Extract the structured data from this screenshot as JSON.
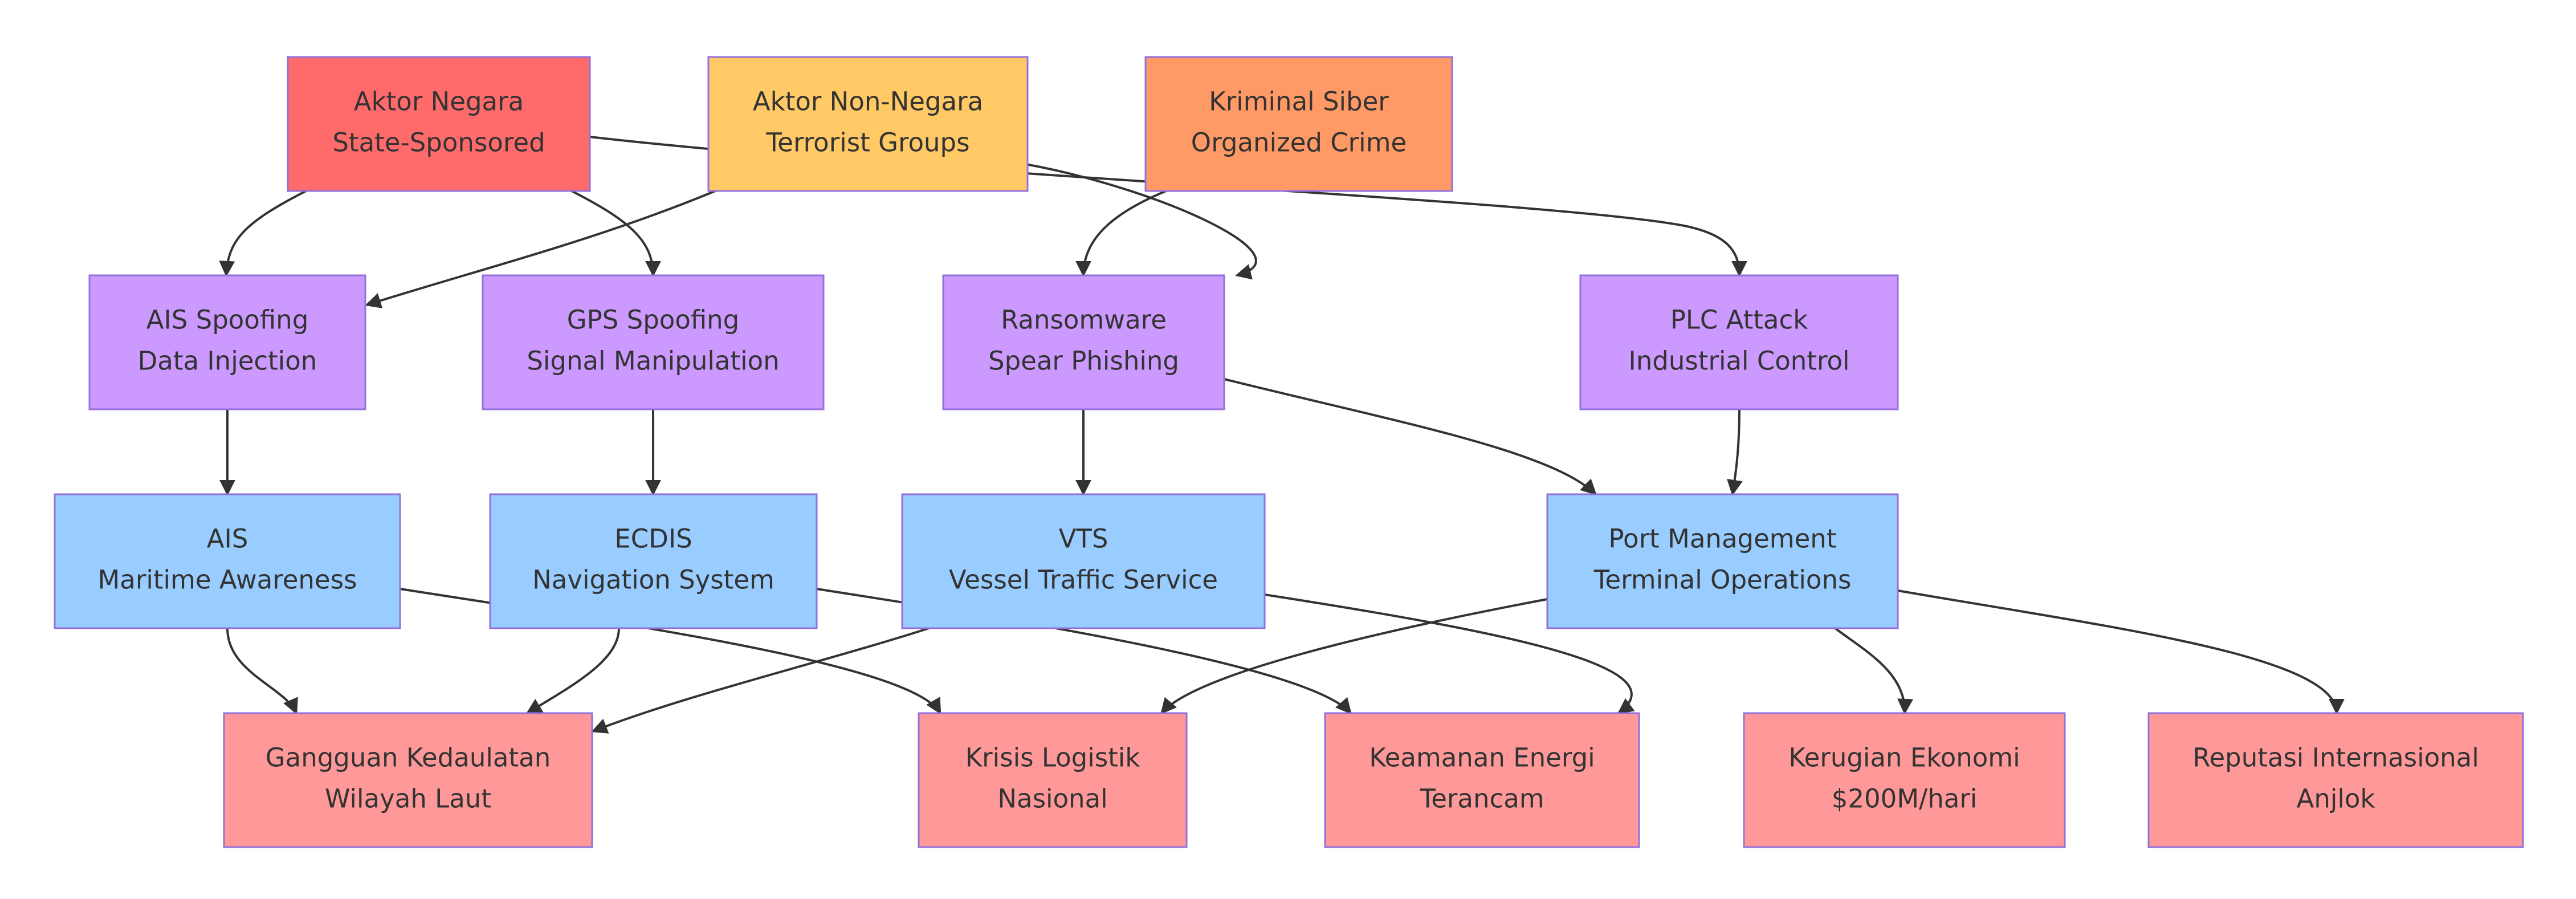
{
  "colors": {
    "state": "#FF6B6B",
    "nonstate": "#FFC966",
    "criminal": "#FF9966",
    "attack": "#CC99FF",
    "system": "#99CCFF",
    "impact": "#FF9999",
    "border": "#9370DB",
    "edge": "#333333",
    "text": "#333333"
  },
  "nodes": [
    {
      "id": "n_state",
      "role": "threat-actor",
      "lines": [
        "Aktor Negara",
        "State-Sponsored"
      ],
      "color": "state"
    },
    {
      "id": "n_nonstate",
      "role": "threat-actor",
      "lines": [
        "Aktor Non-Negara",
        "Terrorist Groups"
      ],
      "color": "nonstate"
    },
    {
      "id": "n_crime",
      "role": "threat-actor",
      "lines": [
        "Kriminal Siber",
        "Organized Crime"
      ],
      "color": "criminal"
    },
    {
      "id": "n_ais_spoof",
      "role": "attack-vector",
      "lines": [
        "AIS Spoofing",
        "Data Injection"
      ],
      "color": "attack"
    },
    {
      "id": "n_gps_spoof",
      "role": "attack-vector",
      "lines": [
        "GPS Spoofing",
        "Signal Manipulation"
      ],
      "color": "attack"
    },
    {
      "id": "n_ransom",
      "role": "attack-vector",
      "lines": [
        "Ransomware",
        "Spear Phishing"
      ],
      "color": "attack"
    },
    {
      "id": "n_plc",
      "role": "attack-vector",
      "lines": [
        "PLC Attack",
        "Industrial Control"
      ],
      "color": "attack"
    },
    {
      "id": "n_ais",
      "role": "target-system",
      "lines": [
        "AIS",
        "Maritime Awareness"
      ],
      "color": "system"
    },
    {
      "id": "n_ecdis",
      "role": "target-system",
      "lines": [
        "ECDIS",
        "Navigation System"
      ],
      "color": "system"
    },
    {
      "id": "n_vts",
      "role": "target-system",
      "lines": [
        "VTS",
        "Vessel Traffic Service"
      ],
      "color": "system"
    },
    {
      "id": "n_port",
      "role": "target-system",
      "lines": [
        "Port Management",
        "Terminal Operations"
      ],
      "color": "system"
    },
    {
      "id": "n_sov",
      "role": "impact",
      "lines": [
        "Gangguan Kedaulatan",
        "Wilayah Laut"
      ],
      "color": "impact"
    },
    {
      "id": "n_logis",
      "role": "impact",
      "lines": [
        "Krisis Logistik",
        "Nasional"
      ],
      "color": "impact"
    },
    {
      "id": "n_energy",
      "role": "impact",
      "lines": [
        "Keamanan Energi",
        "Terancam"
      ],
      "color": "impact"
    },
    {
      "id": "n_econ",
      "role": "impact",
      "lines": [
        "Kerugian Ekonomi",
        "$200M/hari"
      ],
      "color": "impact"
    },
    {
      "id": "n_rep",
      "role": "impact",
      "lines": [
        "Reputasi Internasional",
        "Anjlok"
      ],
      "color": "impact"
    }
  ],
  "edges": [
    {
      "from": "n_state",
      "to": "n_ais_spoof"
    },
    {
      "from": "n_state",
      "to": "n_gps_spoof"
    },
    {
      "from": "n_state",
      "to": "n_plc"
    },
    {
      "from": "n_nonstate",
      "to": "n_ais_spoof"
    },
    {
      "from": "n_nonstate",
      "to": "n_ransom"
    },
    {
      "from": "n_crime",
      "to": "n_ransom"
    },
    {
      "from": "n_ais_spoof",
      "to": "n_ais"
    },
    {
      "from": "n_gps_spoof",
      "to": "n_ecdis"
    },
    {
      "from": "n_ransom",
      "to": "n_vts"
    },
    {
      "from": "n_ransom",
      "to": "n_port"
    },
    {
      "from": "n_plc",
      "to": "n_port"
    },
    {
      "from": "n_ais",
      "to": "n_sov"
    },
    {
      "from": "n_ais",
      "to": "n_logis"
    },
    {
      "from": "n_ecdis",
      "to": "n_sov"
    },
    {
      "from": "n_ecdis",
      "to": "n_energy"
    },
    {
      "from": "n_vts",
      "to": "n_sov"
    },
    {
      "from": "n_vts",
      "to": "n_energy"
    },
    {
      "from": "n_port",
      "to": "n_logis"
    },
    {
      "from": "n_port",
      "to": "n_econ"
    },
    {
      "from": "n_port",
      "to": "n_rep"
    }
  ]
}
